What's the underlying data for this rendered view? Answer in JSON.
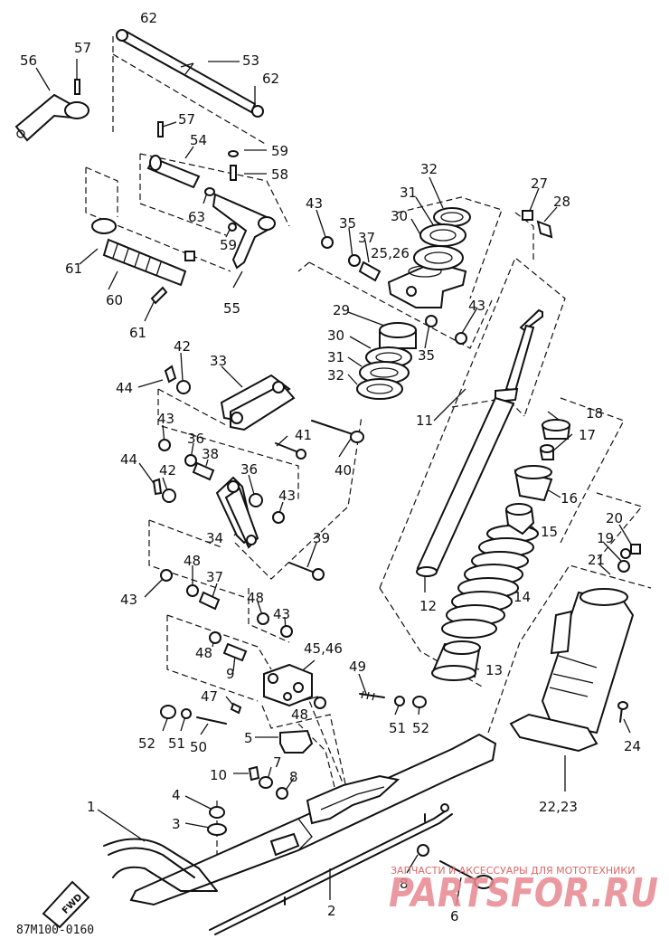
{
  "diagram": {
    "code": "87M100-0160",
    "front_label": "FWD",
    "callouts": {
      "c62a": "62",
      "c57a": "57",
      "c56": "56",
      "c53": "53",
      "c62b": "62",
      "c57b": "57",
      "c54": "54",
      "c59a": "59",
      "c58": "58",
      "c63": "63",
      "c32a": "32",
      "c31a": "31",
      "c30a": "30",
      "c2526": "25,26",
      "c27": "27",
      "c28": "28",
      "c43a": "43",
      "c35a": "35",
      "c37a": "37",
      "c61a": "61",
      "c60": "60",
      "c61b": "61",
      "c59b": "59",
      "c55": "55",
      "c43b": "43",
      "c29": "29",
      "c35b": "35",
      "c30b": "30",
      "c31b": "31",
      "c32b": "32",
      "c42a": "42",
      "c33": "33",
      "c44a": "44",
      "c43c": "43",
      "c36a": "36",
      "c38": "38",
      "c41": "41",
      "c11": "11",
      "c18": "18",
      "c17": "17",
      "c40": "40",
      "c44b": "44",
      "c42b": "42",
      "c36b": "36",
      "c43d": "43",
      "c16": "16",
      "c34": "34",
      "c39": "39",
      "c15": "15",
      "c20": "20",
      "c19": "19",
      "c21": "21",
      "c48a": "48",
      "c37b": "37",
      "c43e": "43",
      "c12": "12",
      "c14": "14",
      "c48b": "48",
      "c43f": "43",
      "c48c": "48",
      "c4546": "45,46",
      "c9": "9",
      "c49": "49",
      "c13": "13",
      "c47": "47",
      "c48d": "48",
      "c52a": "52",
      "c51a": "51",
      "c50": "50",
      "c51b": "51",
      "c52b": "52",
      "c5": "5",
      "c24": "24",
      "c7": "7",
      "c10": "10",
      "c8a": "8",
      "c2223": "22,23",
      "c1": "1",
      "c4": "4",
      "c3": "3",
      "c8b": "8",
      "c6": "6",
      "c2": "2"
    }
  },
  "watermark": {
    "caption": "ЗАПЧАСТИ И АКСЕССУАРЫ ДЛЯ МОТОТЕХНИКИ",
    "brand": "PARTSFOR.RU"
  }
}
